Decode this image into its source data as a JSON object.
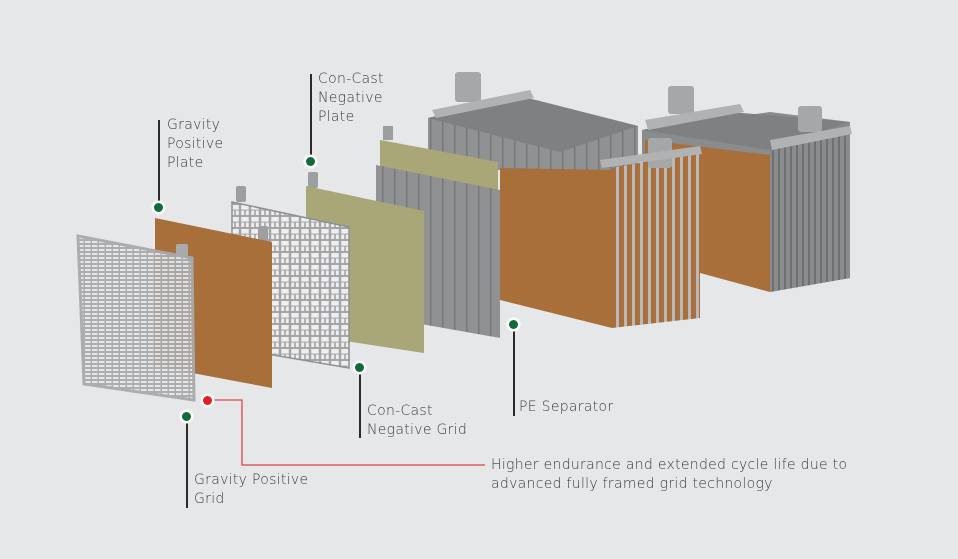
{
  "diagram": {
    "subject": "Battery cell exploded view",
    "colors": {
      "background": "#e6e7e8",
      "grid_metal": "#a9aaac",
      "positive_active": "#a86f3b",
      "negative_active": "#a9a678",
      "separator": "#8e8f91",
      "callout_dot": "#0f6b3a",
      "highlight_dot": "#e31e24",
      "highlight_line": "#e0444a"
    },
    "callouts": {
      "gravity_positive_plate": [
        "Gravity",
        "Positive",
        "Plate"
      ],
      "con_cast_negative_plate": [
        "Con-Cast",
        "Negative",
        "Plate"
      ],
      "con_cast_negative_grid": [
        "Con-Cast",
        "Negative Grid"
      ],
      "pe_separator": [
        "PE Separator"
      ],
      "gravity_positive_grid": [
        "Gravity Positive",
        "Grid"
      ],
      "feature_note": [
        "Higher endurance and extended cycle life due to",
        "advanced fully framed grid technology"
      ]
    }
  }
}
